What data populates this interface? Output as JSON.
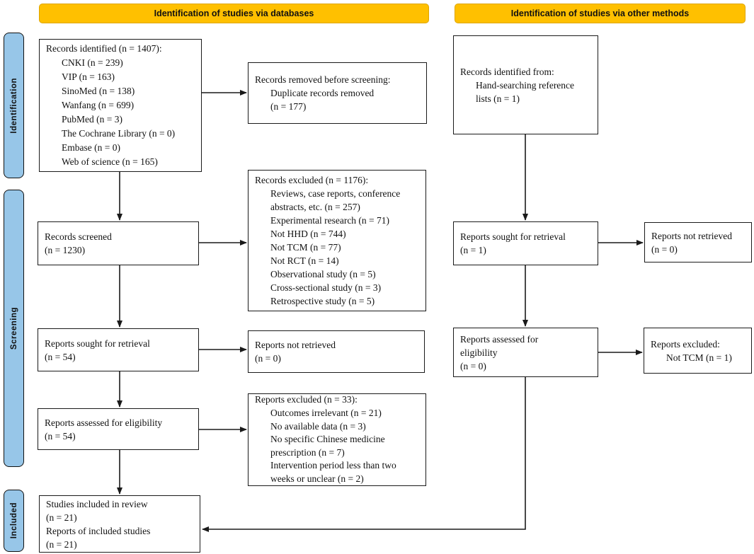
{
  "colors": {
    "header_bg": "#FFC000",
    "header_border": "#DDA500",
    "stage_bg": "#97C6E8",
    "stage_border": "#111111",
    "box_border": "#1a1a1a",
    "box_bg": "#ffffff",
    "text": "#111111",
    "arrow": "#1a1a1a"
  },
  "headers": {
    "databases": "Identification of studies via databases",
    "other_methods": "Identification of studies via other methods"
  },
  "stages": {
    "identification": "Identification",
    "screening": "Screening",
    "included": "Included"
  },
  "boxes": {
    "records_identified": {
      "lines": [
        {
          "t": "Records identified (n = 1407):",
          "i": 0
        },
        {
          "t": "CNKI (n = 239)",
          "i": 1
        },
        {
          "t": "VIP (n = 163)",
          "i": 1
        },
        {
          "t": "SinoMed (n = 138)",
          "i": 1
        },
        {
          "t": "Wanfang (n = 699)",
          "i": 1
        },
        {
          "t": "PubMed (n = 3)",
          "i": 1
        },
        {
          "t": "The Cochrane Library (n = 0)",
          "i": 1
        },
        {
          "t": "Embase (n = 0)",
          "i": 1
        },
        {
          "t": "Web of science (n = 165)",
          "i": 1
        }
      ]
    },
    "records_removed": {
      "lines": [
        {
          "t": "Records removed before screening:",
          "i": 0
        },
        {
          "t": "Duplicate records removed",
          "i": 1
        },
        {
          "t": "(n = 177)",
          "i": 1
        }
      ]
    },
    "records_screened": {
      "lines": [
        {
          "t": "Records screened",
          "i": 0
        },
        {
          "t": "(n = 1230)",
          "i": 0
        }
      ]
    },
    "records_excluded": {
      "lines": [
        {
          "t": "Records excluded (n = 1176):",
          "i": 0
        },
        {
          "t": "Reviews, case reports, conference",
          "i": 1
        },
        {
          "t": "abstracts, etc. (n = 257)",
          "i": 1
        },
        {
          "t": "Experimental research (n = 71)",
          "i": 1
        },
        {
          "t": "Not HHD (n = 744)",
          "i": 1
        },
        {
          "t": "Not TCM (n = 77)",
          "i": 1
        },
        {
          "t": "Not RCT (n = 14)",
          "i": 1
        },
        {
          "t": "Observational study (n = 5)",
          "i": 1
        },
        {
          "t": "Cross-sectional study (n = 3)",
          "i": 1
        },
        {
          "t": "Retrospective study (n = 5)",
          "i": 1
        }
      ]
    },
    "reports_sought_db": {
      "lines": [
        {
          "t": "Reports sought for retrieval",
          "i": 0
        },
        {
          "t": "(n = 54)",
          "i": 0
        }
      ]
    },
    "reports_not_retrieved_db": {
      "lines": [
        {
          "t": "Reports not retrieved",
          "i": 0
        },
        {
          "t": "(n = 0)",
          "i": 0
        }
      ]
    },
    "reports_assessed_db": {
      "lines": [
        {
          "t": "Reports assessed for eligibility",
          "i": 0
        },
        {
          "t": "(n = 54)",
          "i": 0
        }
      ]
    },
    "reports_excluded_db": {
      "lines": [
        {
          "t": "Reports excluded (n = 33):",
          "i": 0
        },
        {
          "t": "Outcomes irrelevant (n = 21)",
          "i": 1
        },
        {
          "t": "No available data (n = 3)",
          "i": 1
        },
        {
          "t": "No specific Chinese medicine",
          "i": 1
        },
        {
          "t": "prescription (n = 7)",
          "i": 1
        },
        {
          "t": "Intervention period less than two",
          "i": 1
        },
        {
          "t": "weeks or unclear (n = 2)",
          "i": 1
        }
      ]
    },
    "studies_included": {
      "lines": [
        {
          "t": "Studies included in review",
          "i": 0
        },
        {
          "t": "(n = 21)",
          "i": 0
        },
        {
          "t": "Reports of included studies",
          "i": 0
        },
        {
          "t": "(n = 21)",
          "i": 0
        }
      ]
    },
    "records_identified_other": {
      "lines": [
        {
          "t": "Records identified from:",
          "i": 0
        },
        {
          "t": "Hand-searching reference",
          "i": 1
        },
        {
          "t": "lists (n = 1)",
          "i": 1
        }
      ]
    },
    "reports_sought_other": {
      "lines": [
        {
          "t": "Reports sought for retrieval",
          "i": 0
        },
        {
          "t": "(n = 1)",
          "i": 0
        }
      ]
    },
    "reports_not_retrieved_other": {
      "lines": [
        {
          "t": "Reports not retrieved",
          "i": 0
        },
        {
          "t": "(n = 0)",
          "i": 0
        }
      ]
    },
    "reports_assessed_other": {
      "lines": [
        {
          "t": "Reports assessed for",
          "i": 0
        },
        {
          "t": "eligibility",
          "i": 0
        },
        {
          "t": "(n = 0)",
          "i": 0
        }
      ]
    },
    "reports_excluded_other": {
      "lines": [
        {
          "t": "Reports excluded:",
          "i": 0
        },
        {
          "t": "Not TCM (n = 1)",
          "i": 1
        }
      ]
    }
  }
}
